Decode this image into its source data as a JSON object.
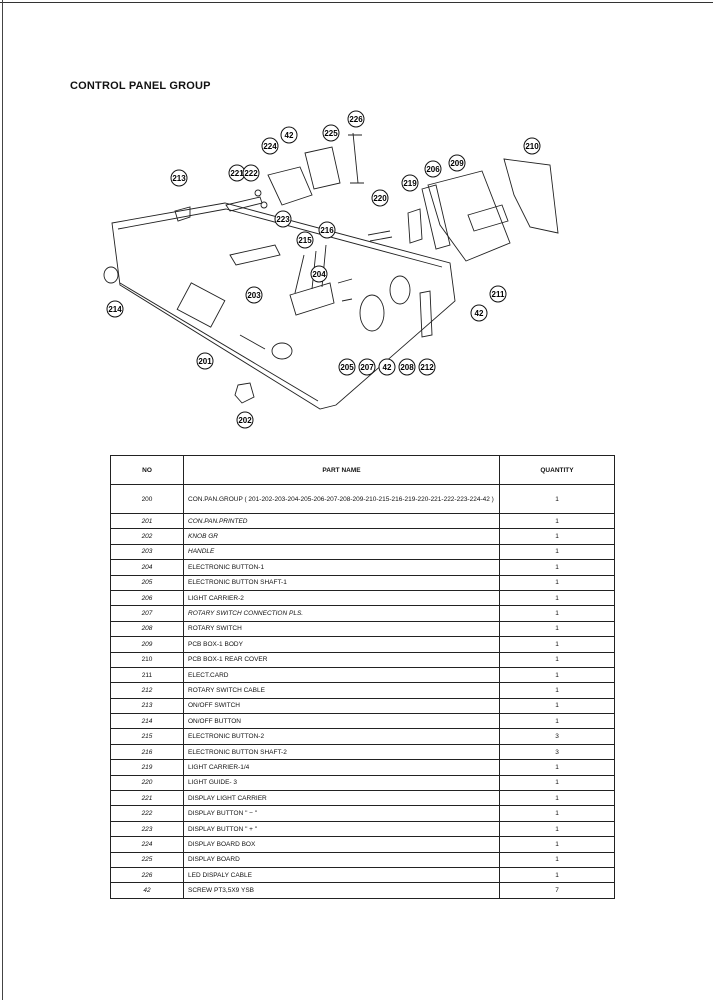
{
  "page": {
    "title": "CONTROL PANEL GROUP"
  },
  "diagram": {
    "callouts": [
      "226",
      "42",
      "225",
      "224",
      "210",
      "221",
      "222",
      "206",
      "209",
      "213",
      "223",
      "219",
      "220",
      "216",
      "215",
      "204",
      "203",
      "214",
      "211",
      "42",
      "201",
      "205",
      "207",
      "42",
      "208",
      "212",
      "202"
    ]
  },
  "table": {
    "headers": {
      "no": "NO",
      "part_name": "PART NAME",
      "quantity": "QUANTITY"
    },
    "rows": [
      {
        "no": "200",
        "name": "CON.PAN.GROUP  ( 201-202-203-204-205-206-207-208-209-210-215-216-219-220-221-222-223-224-42 )",
        "qty": "1"
      },
      {
        "no": "201",
        "name": "CON.PAN.PRINTED",
        "qty": "1"
      },
      {
        "no": "202",
        "name": "KNOB GR",
        "qty": "1"
      },
      {
        "no": "203",
        "name": "HANDLE",
        "qty": "1"
      },
      {
        "no": "204",
        "name": "ELECTRONIC BUTTON-1",
        "qty": "1"
      },
      {
        "no": "205",
        "name": "ELECTRONIC BUTTON SHAFT-1",
        "qty": "1"
      },
      {
        "no": "206",
        "name": "LIGHT CARRIER-2",
        "qty": "1"
      },
      {
        "no": "207",
        "name": "ROTARY SWITCH CONNECTION PLS.",
        "qty": "1"
      },
      {
        "no": "208",
        "name": "ROTARY SWITCH",
        "qty": "1"
      },
      {
        "no": "209",
        "name": "PCB BOX-1 BODY",
        "qty": "1"
      },
      {
        "no": "210",
        "name": "PCB  BOX-1 REAR COVER",
        "qty": "1"
      },
      {
        "no": "211",
        "name": "ELECT.CARD",
        "qty": "1"
      },
      {
        "no": "212",
        "name": "ROTARY SWITCH CABLE",
        "qty": "1"
      },
      {
        "no": "213",
        "name": "ON/OFF SWITCH",
        "qty": "1"
      },
      {
        "no": "214",
        "name": "ON/OFF BUTTON",
        "qty": "1"
      },
      {
        "no": "215",
        "name": "ELECTRONIC BUTTON-2",
        "qty": "3"
      },
      {
        "no": "216",
        "name": "ELECTRONIC BUTTON SHAFT-2",
        "qty": "3"
      },
      {
        "no": "219",
        "name": "LIGHT CARRIER-1/4",
        "qty": "1"
      },
      {
        "no": "220",
        "name": "LIGHT GUIDE- 3",
        "qty": "1"
      },
      {
        "no": "221",
        "name": "DISPLAY LIGHT CARRIER",
        "qty": "1"
      },
      {
        "no": "222",
        "name": "DISPLAY BUTTON  \" − \"",
        "qty": "1"
      },
      {
        "no": "223",
        "name": "DISPLAY BUTTON  \" + \"",
        "qty": "1"
      },
      {
        "no": "224",
        "name": "DISPLAY BOARD BOX",
        "qty": "1"
      },
      {
        "no": "225",
        "name": "DISPLAY BOARD",
        "qty": "1"
      },
      {
        "no": "226",
        "name": "LED DISPALY CABLE",
        "qty": "1"
      },
      {
        "no": "42",
        "name": "SCREW PT3,5X9 YSB",
        "qty": "7"
      }
    ]
  }
}
